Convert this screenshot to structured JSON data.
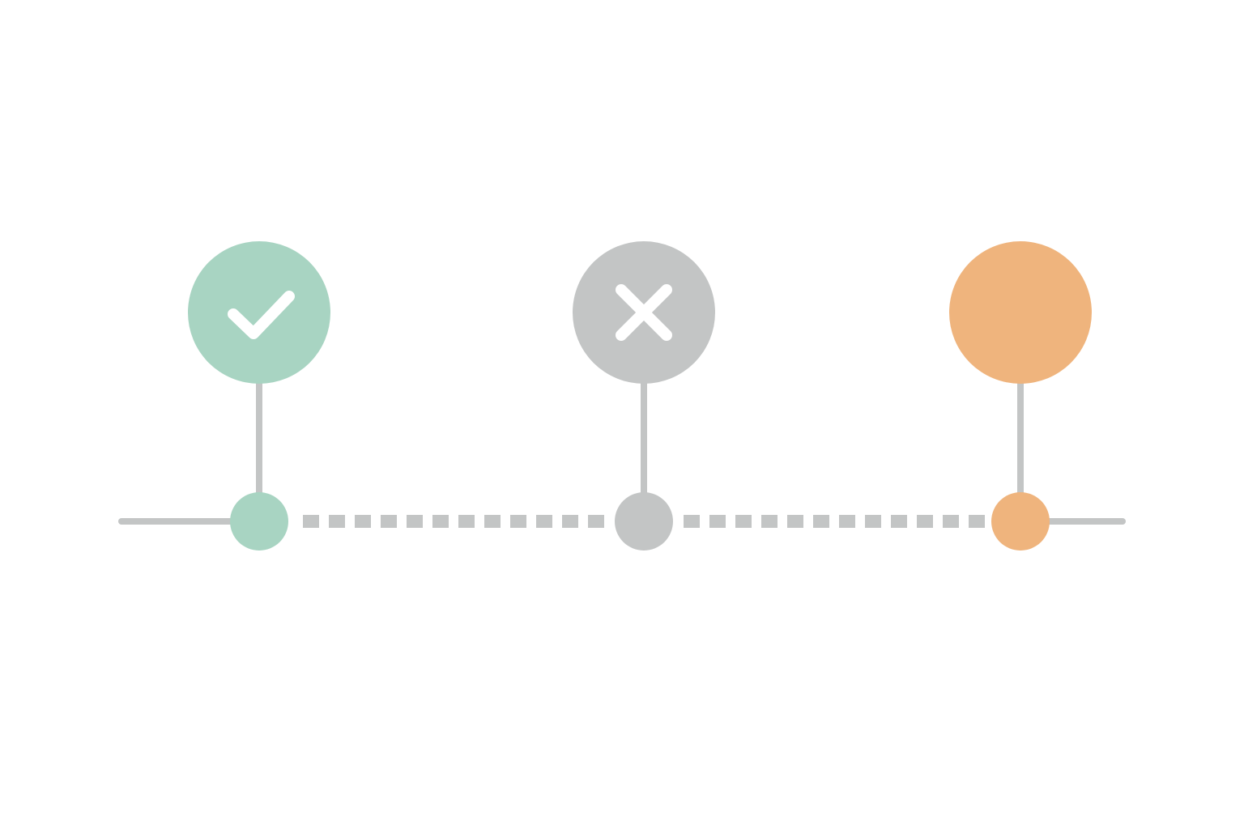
{
  "timeline": {
    "line_color": "#c3c5c5",
    "steps": [
      {
        "status": "done",
        "icon": "check-icon",
        "color": "#a8d4c2"
      },
      {
        "status": "failed",
        "icon": "close-icon",
        "color": "#c3c5c5"
      },
      {
        "status": "pending",
        "icon": "",
        "color": "#efb47d"
      }
    ],
    "connectors": [
      "dashed",
      "dashed"
    ]
  }
}
